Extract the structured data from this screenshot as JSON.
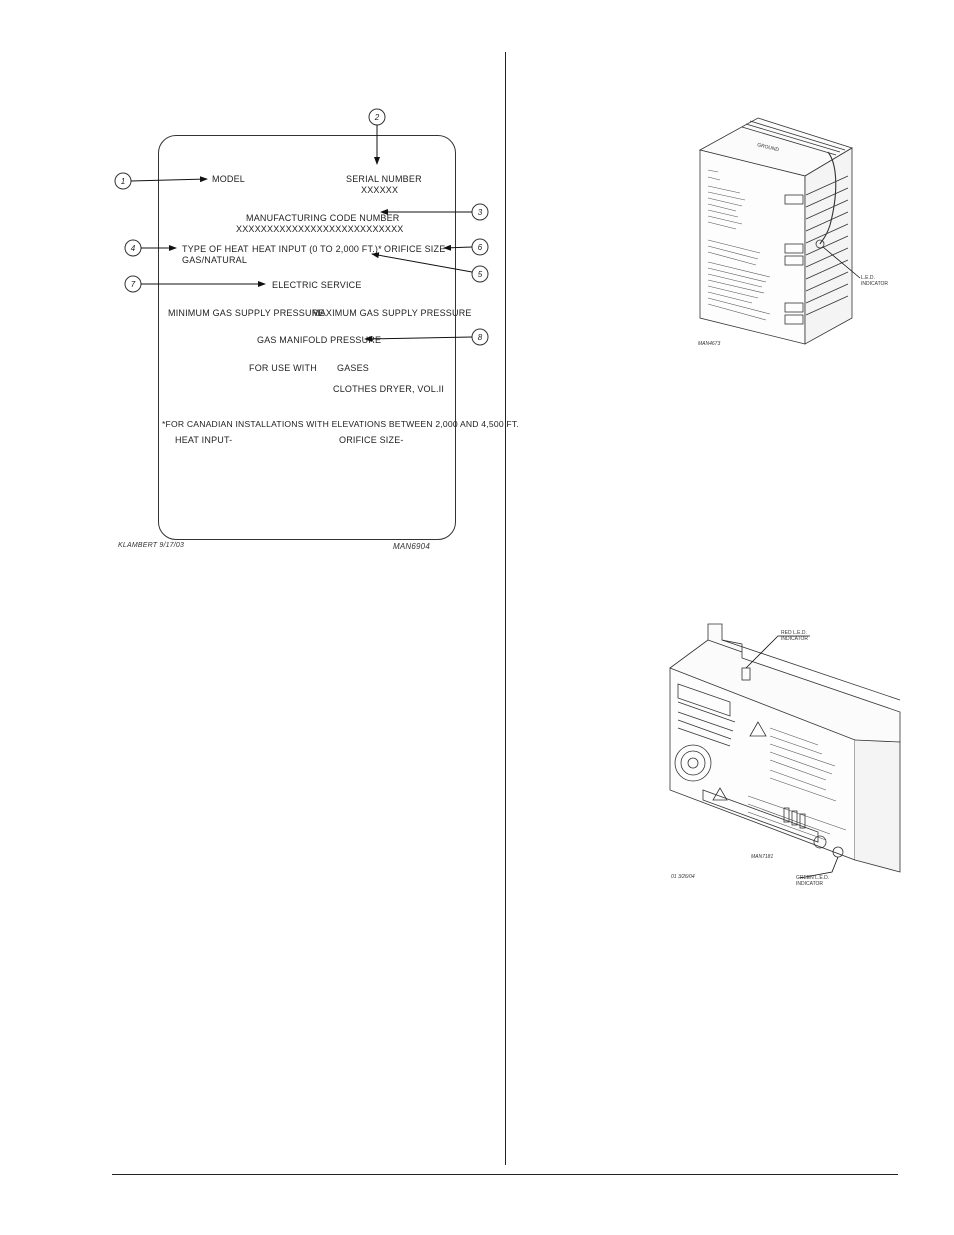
{
  "nameplate": {
    "model": "MODEL",
    "serial_label": "SERIAL NUMBER",
    "serial_value": "XXXXXX",
    "mfg_code_label": "MANUFACTURING CODE NUMBER",
    "mfg_code_value": "XXXXXXXXXXXXXXXXXXXXXXXXXXX",
    "heat_type": "TYPE OF HEAT",
    "heat_type_value": "GAS/NATURAL",
    "heat_input": "HEAT INPUT (0 TO 2,000 FT.)*",
    "orifice_size": "ORIFICE SIZE",
    "electric_service": "ELECTRIC SERVICE",
    "min_gas": "MINIMUM GAS SUPPLY PRESSURE",
    "max_gas": "MAXIMUM GAS SUPPLY PRESSURE",
    "manifold": "GAS MANIFOLD PRESSURE",
    "for_use": "FOR USE WITH",
    "gases": "GASES",
    "dryer": "CLOTHES DRYER, VOL.II",
    "canadian": "*FOR CANADIAN INSTALLATIONS WITH ELEVATIONS BETWEEN 2,000 AND 4,500 FT.",
    "heat_input_ca": "HEAT INPUT-",
    "orifice_ca": "ORIFICE SIZE-",
    "author": "KLAMBERT 9/17/03",
    "drawing_id": "MAN6904",
    "callouts": [
      "1",
      "2",
      "3",
      "4",
      "5",
      "6",
      "7",
      "8"
    ]
  },
  "figure_top": {
    "led_label_1": "L.E.D.",
    "led_label_2": "INDICATOR",
    "ground_label": "GROUND",
    "drawing_id": "MAN4673"
  },
  "figure_bottom": {
    "red_led_1": "RED L.E.D.",
    "red_led_2": "INDICATOR",
    "green_led_1": "GREEN L.E.D.",
    "green_led_2": "INDICATOR",
    "drawing_id": "MAN7181",
    "date": "01 3/26/04"
  }
}
